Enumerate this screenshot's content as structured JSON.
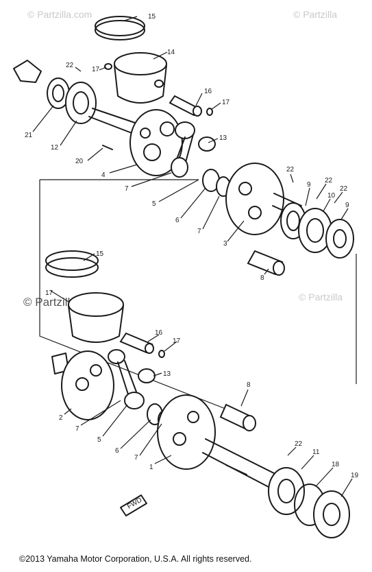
{
  "watermarks": {
    "top_left": "© Partzilla.com",
    "top_right": "© Partzilla",
    "middle_left": "© Partzilla.com",
    "middle_right": "© Partzilla"
  },
  "callouts": [
    {
      "id": "c15a",
      "text": "15"
    },
    {
      "id": "c14",
      "text": "14"
    },
    {
      "id": "c17a",
      "text": "17"
    },
    {
      "id": "c22a",
      "text": "22"
    },
    {
      "id": "c16a",
      "text": "16"
    },
    {
      "id": "c17b",
      "text": "17"
    },
    {
      "id": "c21",
      "text": "21"
    },
    {
      "id": "c12",
      "text": "12"
    },
    {
      "id": "c13a",
      "text": "13"
    },
    {
      "id": "c20",
      "text": "20"
    },
    {
      "id": "c4",
      "text": "4"
    },
    {
      "id": "c7a",
      "text": "7"
    },
    {
      "id": "c5a",
      "text": "5"
    },
    {
      "id": "c6a",
      "text": "6"
    },
    {
      "id": "c7b",
      "text": "7"
    },
    {
      "id": "c22b",
      "text": "22"
    },
    {
      "id": "c9a",
      "text": "9"
    },
    {
      "id": "c22c",
      "text": "22"
    },
    {
      "id": "c22d",
      "text": "22"
    },
    {
      "id": "c10",
      "text": "10"
    },
    {
      "id": "c9b",
      "text": "9"
    },
    {
      "id": "c3",
      "text": "3"
    },
    {
      "id": "c8a",
      "text": "8"
    },
    {
      "id": "c15b",
      "text": "15"
    },
    {
      "id": "c17c",
      "text": "17"
    },
    {
      "id": "c16b",
      "text": "16"
    },
    {
      "id": "c17d",
      "text": "17"
    },
    {
      "id": "c13b",
      "text": "13"
    },
    {
      "id": "c2",
      "text": "2"
    },
    {
      "id": "c7c",
      "text": "7"
    },
    {
      "id": "c5b",
      "text": "5"
    },
    {
      "id": "c6b",
      "text": "6"
    },
    {
      "id": "c7d",
      "text": "7"
    },
    {
      "id": "c8b",
      "text": "8"
    },
    {
      "id": "c1",
      "text": "1"
    },
    {
      "id": "c22e",
      "text": "22"
    },
    {
      "id": "c11",
      "text": "11"
    },
    {
      "id": "c18",
      "text": "18"
    },
    {
      "id": "c19",
      "text": "19"
    }
  ],
  "fwd_marker": "FWD",
  "copyright": "©2013  Yamaha Motor Corporation, U.S.A. All rights reserved."
}
